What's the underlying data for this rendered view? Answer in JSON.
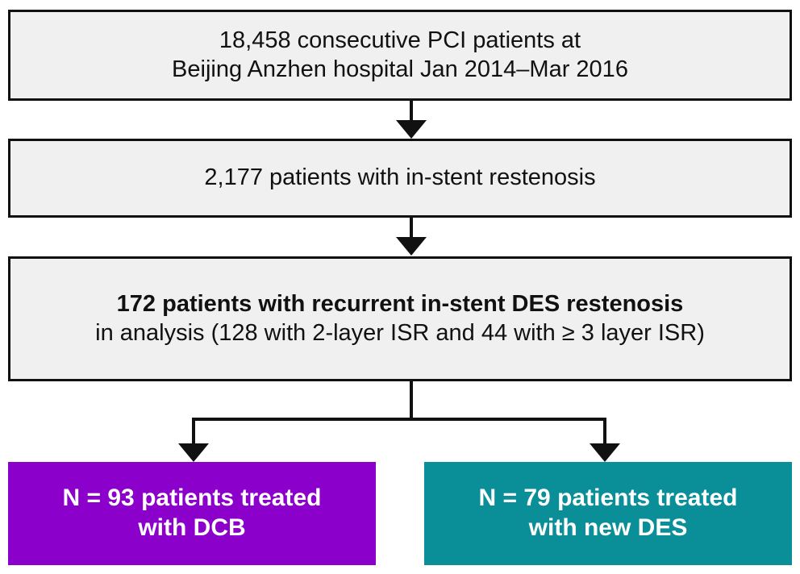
{
  "diagram": {
    "title": "Patient enrolment flow chart",
    "colors": {
      "box_fill": "#f0f0f0",
      "box_border": "#111111",
      "dcb_fill": "#8c00cc",
      "des_fill": "#0a8e97",
      "arrow": "#111111",
      "text_light": "#ffffff"
    },
    "nodes": {
      "cohort": {
        "line1": "18,458 consecutive PCI patients at",
        "line2": "Beijing Anzhen hospital Jan 2014–Mar 2016"
      },
      "isr": {
        "line1": "2,177 patients with in-stent restenosis"
      },
      "recurrent": {
        "line1": "172 patients with recurrent in-stent DES restenosis",
        "line2": "in analysis (128 with 2-layer ISR and 44 with ≥ 3 layer ISR)"
      },
      "dcb": {
        "line1": "N = 93 patients treated",
        "line2": "with DCB"
      },
      "des": {
        "line1": "N = 79 patients treated",
        "line2": "with new DES"
      }
    },
    "connectors": {
      "cohort_to_isr": "down-arrow",
      "isr_to_recurrent": "down-arrow",
      "recurrent_to_dcb": "down-arrow",
      "recurrent_to_des": "down-arrow"
    }
  }
}
